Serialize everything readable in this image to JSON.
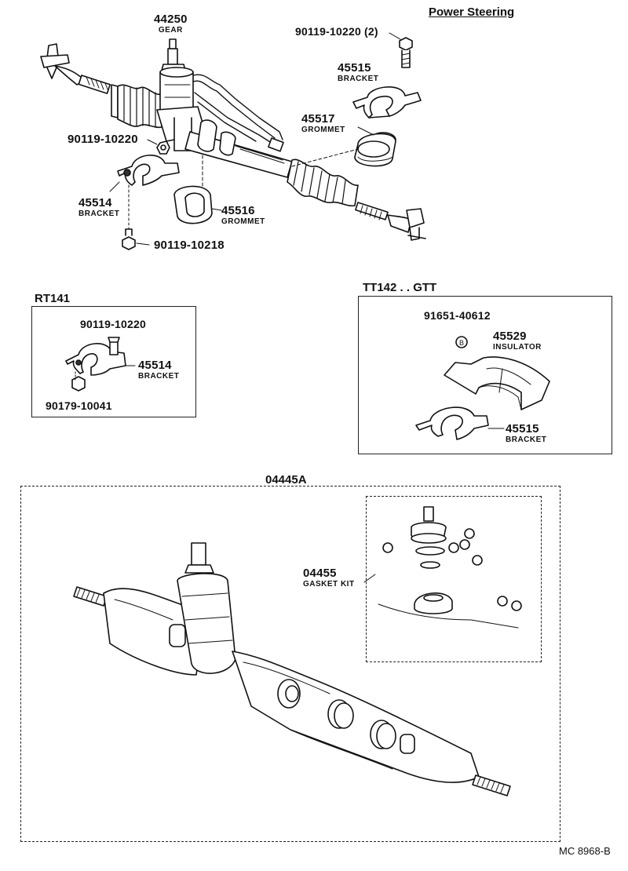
{
  "title": "Power Steering",
  "footer_code": "MC 8968-B",
  "main": {
    "gear": {
      "number": "44250",
      "name": "GEAR"
    },
    "bolt_top": {
      "number": "90119-10220 (2)"
    },
    "bracket_top": {
      "number": "45515",
      "name": "BRACKET"
    },
    "grommet_top": {
      "number": "45517",
      "name": "GROMMET"
    },
    "bolt_left": {
      "number": "90119-10220"
    },
    "bracket_left": {
      "number": "45514",
      "name": "BRACKET"
    },
    "grommet_left": {
      "number": "45516",
      "name": "GROMMET"
    },
    "bolt_bottom": {
      "number": "90119-10218"
    }
  },
  "rt141": {
    "title": "RT141",
    "bolt": {
      "number": "90119-10220"
    },
    "bracket": {
      "number": "45514",
      "name": "BRACKET"
    },
    "nut": {
      "number": "90179-10041"
    }
  },
  "tt142": {
    "title": "TT142 . . GTT",
    "clip": {
      "number": "91651-40612"
    },
    "insulator": {
      "number": "45529",
      "name": "INSULATOR"
    },
    "bracket": {
      "number": "45515",
      "name": "BRACKET"
    }
  },
  "assembly": {
    "title": "04445A",
    "gasket_kit": {
      "number": "04455",
      "name": "GASKET KIT"
    }
  }
}
